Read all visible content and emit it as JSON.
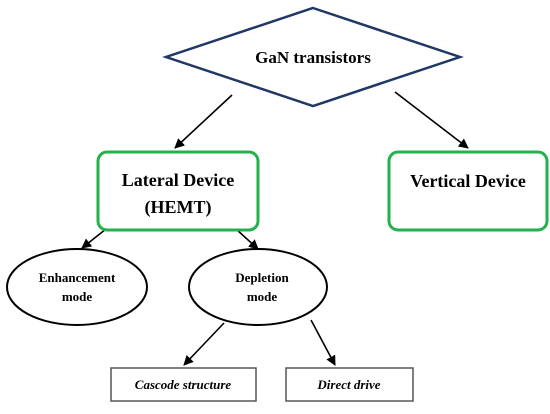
{
  "diagram": {
    "root": {
      "label": "GaN transistors"
    },
    "lateral": {
      "line1": "Lateral Device",
      "line2": "(HEMT)"
    },
    "vertical": {
      "label": "Vertical Device"
    },
    "enhancement": {
      "line1": "Enhancement",
      "line2": "mode"
    },
    "depletion": {
      "line1": "Depletion",
      "line2": "mode"
    },
    "cascode": {
      "label": "Cascode structure"
    },
    "direct": {
      "label": "Direct drive"
    }
  },
  "colors": {
    "diamond_stroke": "#1f3864",
    "green_box": "#22b14c",
    "lines": "#000000"
  }
}
